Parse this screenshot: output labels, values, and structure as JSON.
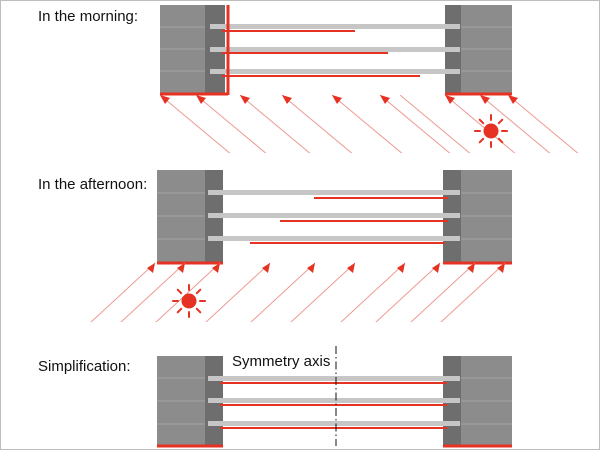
{
  "colors": {
    "masonry": "#8c8c8c",
    "masonry_dark": "#6e6e6e",
    "masonry_joint": "#a3a3a3",
    "glass": "#c6c6c6",
    "heat": "#e53222",
    "ray": "#ee9a92",
    "border": "#bdbdbd"
  },
  "panels": [
    {
      "name": "morning",
      "label": "In the morning:"
    },
    {
      "name": "afternoon",
      "label": "In the afternoon:"
    },
    {
      "name": "simplification",
      "label": "Simplification:"
    }
  ],
  "axis_label": "Symmetry axis",
  "icons": [
    "sun-icon",
    "sun-icon",
    "dash-dot-axis-line"
  ]
}
